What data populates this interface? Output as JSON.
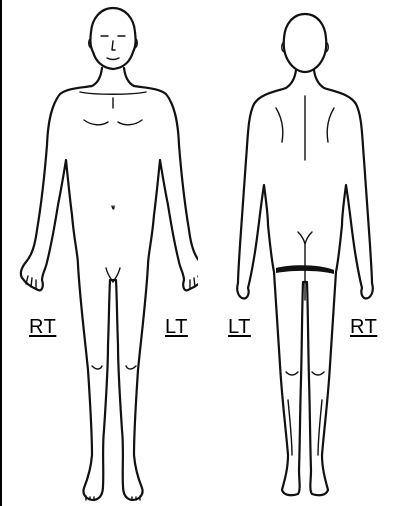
{
  "front_view": {
    "right_label": "RT",
    "left_label": "LT"
  },
  "back_view": {
    "left_label": "LT",
    "right_label": "RT"
  }
}
